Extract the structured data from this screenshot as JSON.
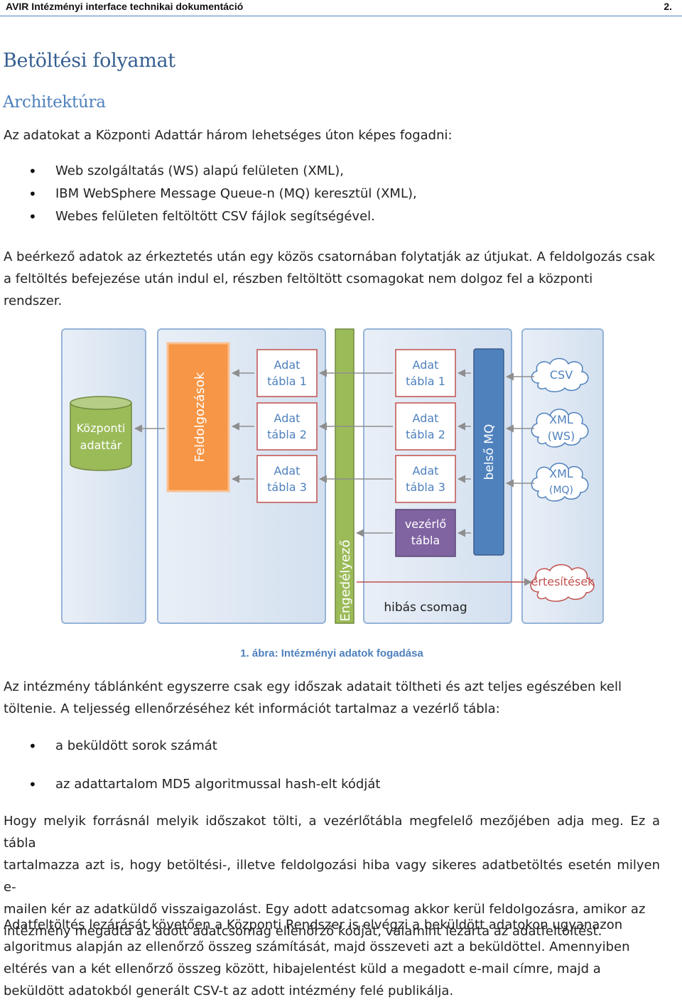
{
  "header": {
    "title": "AVIR Intézményi interface technikai dokumentáció",
    "page": "2."
  },
  "heading1": "Betöltési folyamat",
  "heading2": "Architektúra",
  "intro": "Az adatokat a Központi Adattár három lehetséges úton képes fogadni:",
  "channels": [
    "Web szolgáltatás (WS) alapú felületen (XML),",
    "IBM WebSphere Message Queue-n (MQ) keresztül (XML),",
    "Webes felületen feltöltött CSV fájlok segítségével."
  ],
  "para_flow": [
    "A beérkező adatok az érkeztetés után egy közös csatornában folytatják az útjukat. A feldolgozás csak",
    "a feltöltés befejezése után indul el, részben feltöltött csomagokat nem dolgoz fel a központi",
    "rendszer."
  ],
  "diagram": {
    "kozponti_adattar": [
      "Központi",
      "adattár"
    ],
    "feldolgozasok": "Feldolgozások",
    "engedelyezo": "Engedélyező",
    "tables_left": [
      [
        "Adat",
        "tábla 1"
      ],
      [
        "Adat",
        "tábla 2"
      ],
      [
        "Adat",
        "tábla 3"
      ]
    ],
    "tables_right": [
      [
        "Adat",
        "tábla 1"
      ],
      [
        "Adat",
        "tábla 2"
      ],
      [
        "Adat",
        "tábla 3"
      ]
    ],
    "vezerlo_tabla": [
      "vezérlő",
      "tábla"
    ],
    "hibas_csomag": "hibás csomag",
    "belso_mq": "belső MQ",
    "sources": [
      [
        "CSV"
      ],
      [
        "XML",
        "(WS)"
      ],
      [
        "XML",
        "(MQ)"
      ]
    ],
    "ertesitesek": "értesítések",
    "colors": {
      "frame": "#dce6f2",
      "frame_border": "#95b3d7",
      "green": "#9bbb59",
      "orange": "#f79646",
      "blue": "#4f81bd",
      "red": "#c0504d"
    }
  },
  "caption": "1. ábra: Intézményi adatok fogadása",
  "para_once": [
    "Az intézmény táblánként egyszerre csak egy időszak adatait töltheti és azt teljes egészében kell",
    "töltenie. A teljesség ellenőrzéséhez két információt tartalmaz a vezérlő tábla:"
  ],
  "control_items": [
    "a beküldött sorok számát",
    "az adattartalom MD5 algoritmussal hash-elt kódját"
  ],
  "para_source": [
    "Hogy melyik forrásnál melyik időszakot tölti, a vezérlőtábla megfelelő mezőjében adja meg. Ez a tábla",
    "tartalmazza azt is, hogy betöltési-, illetve feldolgozási hiba vagy sikeres adatbetöltés esetén milyen e-",
    "mailen kér az adatküldő visszaigazolást. Egy adott adatcsomag akkor kerül feldolgozásra, amikor az",
    "intézmény megadta az adott adatcsomag ellenőrző kódját, valamint lezárta az adatfeltöltést."
  ],
  "para_close": [
    "Adatfeltöltés lezárását követően a Központi Rendszer is elvégzi a beküldött adatokon ugyanazon",
    "algoritmus alapján az ellenőrző összeg számítását, majd összeveti azt a beküldöttel. Amennyiben",
    "eltérés van a két ellenőrző összeg között, hibajelentést küld a megadott e-mail címre, majd a",
    "beküldött adatokból generált CSV-t az adott intézmény felé publikálja."
  ]
}
